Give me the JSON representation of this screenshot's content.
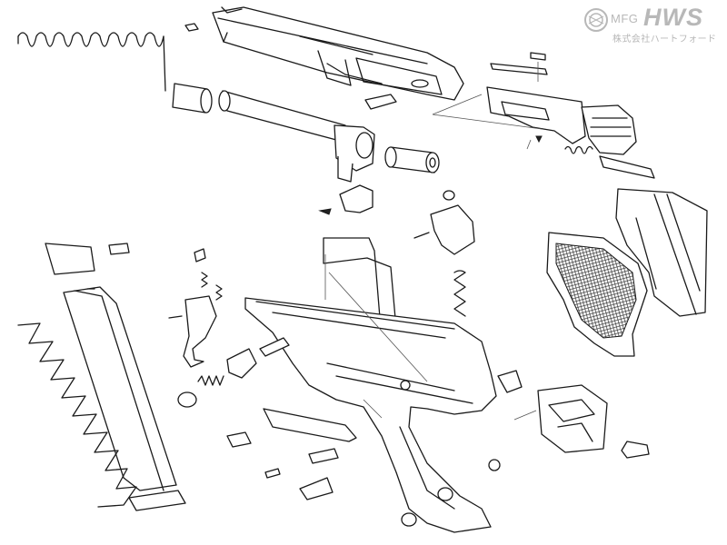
{
  "logo": {
    "mfg": "MFG",
    "brand": "HWS",
    "company": "株式会社ハートフォード",
    "emblem_icon": "hws-emblem-icon"
  },
  "colors": {
    "line": "#1a1a1a",
    "logo_gray": "#b8b8b8",
    "background": "#ffffff"
  }
}
